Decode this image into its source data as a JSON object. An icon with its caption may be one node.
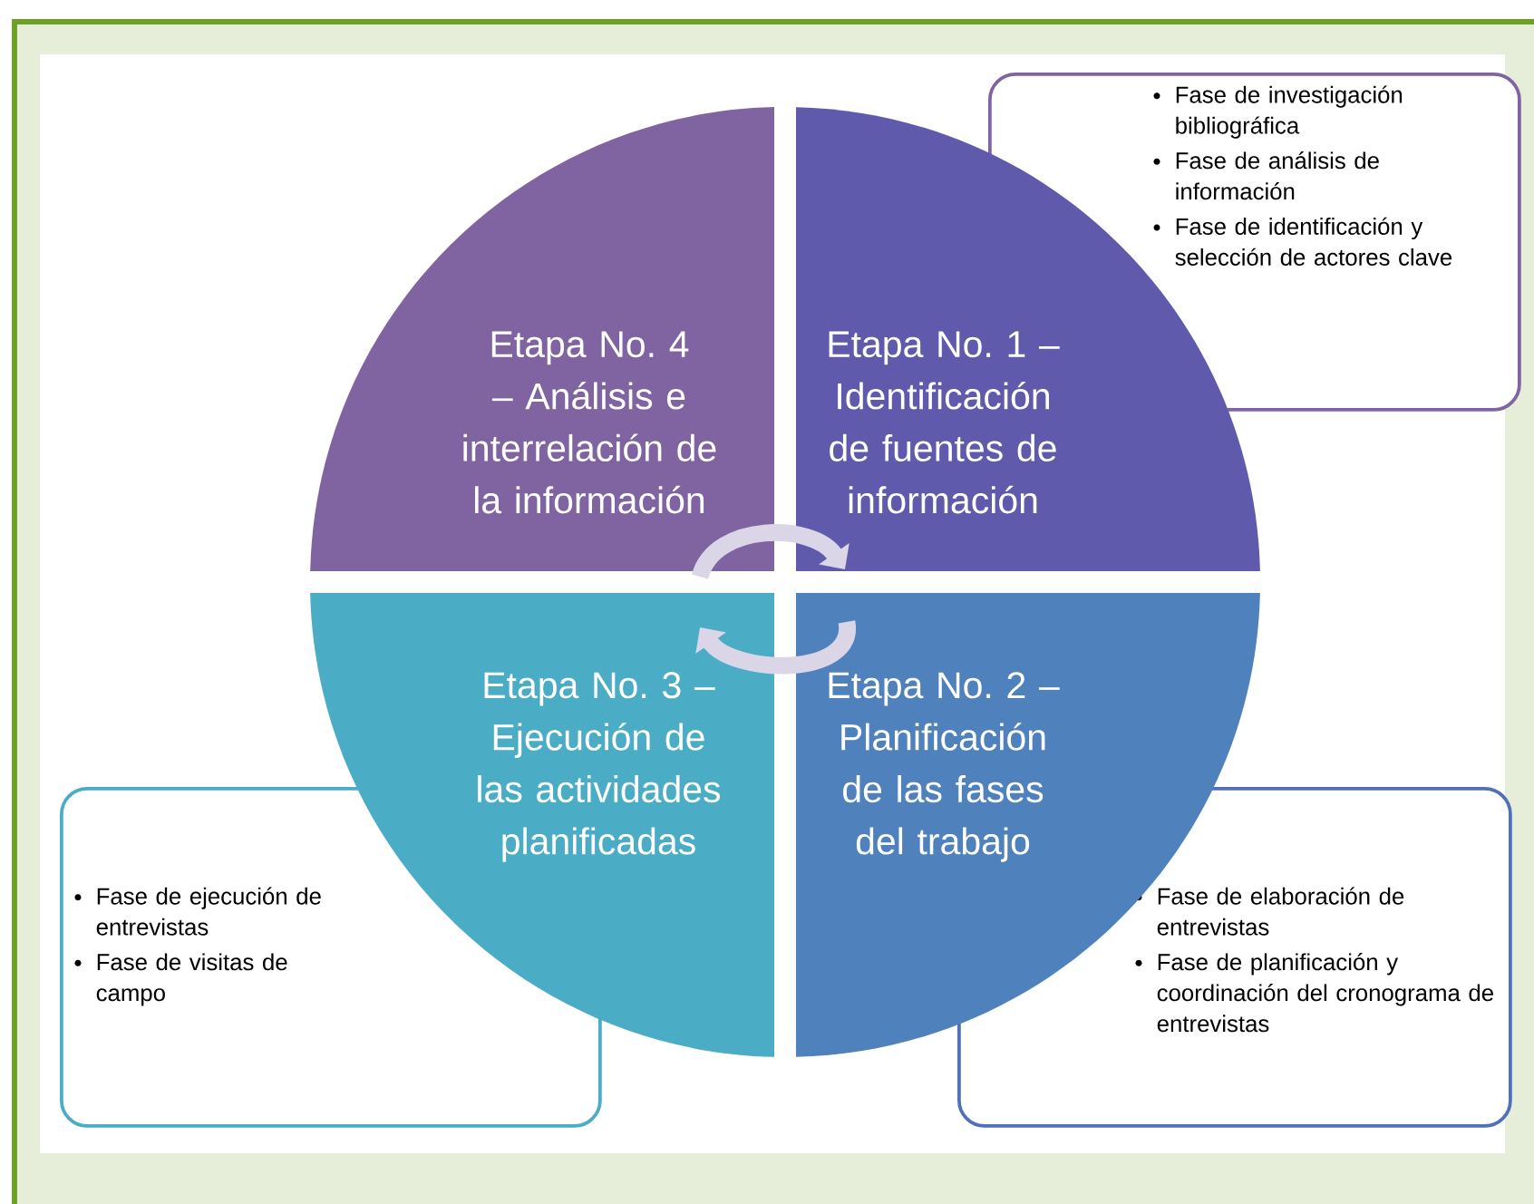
{
  "diagram": {
    "nodes": [
      {
        "text": [
          "Etapa No. 4 – Análisis e interrelación de la información"
        ]
      },
      {
        "text": [
          "Etapa No. 1 – Identificación de fuentes de información"
        ]
      },
      {
        "text": [
          "Fase de investigación bibliográfica",
          "Fase de análisis de información",
          "Fase de identificación y selección de actores clave"
        ]
      },
      {
        "text": [
          "Etapa No. 3 – Ejecución de las actividades planificadas"
        ]
      },
      {
        "text": [
          "Etapa No. 2 – Planificación de las fases del trabajo"
        ]
      },
      {
        "text": [
          "Fase de ejecución de entrevistas",
          "Fase de visitas de campo"
        ]
      },
      {
        "text": [
          "Fase de elaboración de entrevistas",
          "Fase de planificación y coordinación del cronograma de entrevistas"
        ]
      }
    ],
    "edges": [
      {
        "from": 0,
        "to": 1,
        "arrow": "to"
      },
      {
        "from": 4,
        "to": 3,
        "arrow": "to"
      }
    ]
  }
}
